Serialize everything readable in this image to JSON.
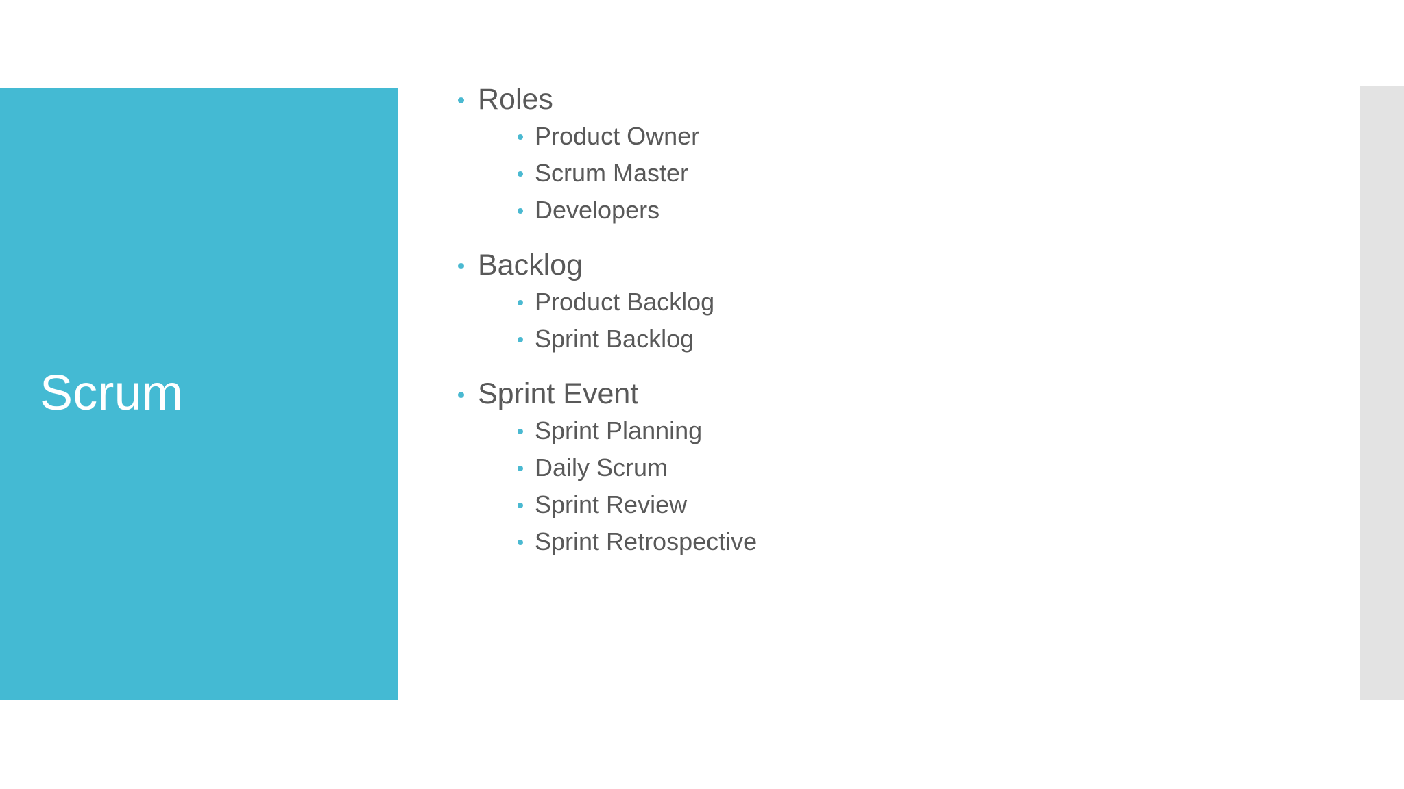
{
  "slide": {
    "title": "Scrum",
    "colors": {
      "panel_teal": "#44BAD3",
      "bullet_teal": "#4AB9D1",
      "body_text": "#595959",
      "title_text": "#FFFFFF",
      "accent_strip_grey": "#E3E3E3",
      "background": "#FFFFFF"
    },
    "groups": [
      {
        "heading": "Roles",
        "items": [
          {
            "label": "Product Owner"
          },
          {
            "label": "Scrum Master"
          },
          {
            "label": "Developers"
          }
        ]
      },
      {
        "heading": "Backlog",
        "items": [
          {
            "label": "Product Backlog"
          },
          {
            "label": "Sprint Backlog"
          }
        ]
      },
      {
        "heading": "Sprint Event",
        "items": [
          {
            "label": "Sprint Planning"
          },
          {
            "label": "Daily Scrum"
          },
          {
            "label": "Sprint Review"
          },
          {
            "label": "Sprint Retrospective"
          }
        ]
      }
    ]
  }
}
